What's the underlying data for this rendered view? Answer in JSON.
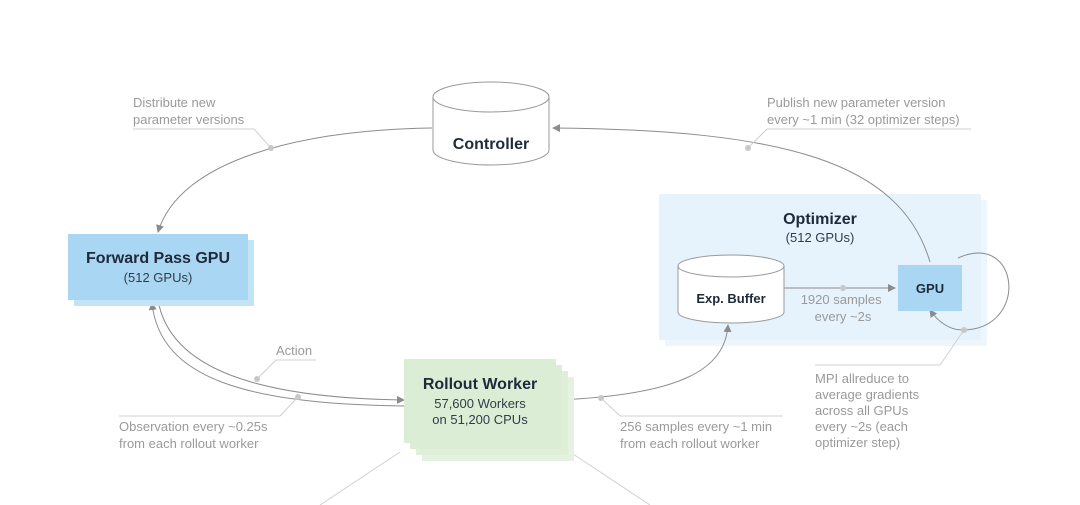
{
  "colors": {
    "forward_box": "#a9d6f2",
    "forward_shadow": "#c3e3f7",
    "optimizer_panel": "#e6f2fc",
    "optimizer_shadow": "#edf6fd",
    "gpu_box": "#a9d6f2",
    "rollout_box": "#dcedd6",
    "rollout_shadow": "#e6f2e1",
    "cylinder_stroke": "#9a9a9a",
    "edge": "#8c8c8c",
    "annotation_text": "#9a9a9a"
  },
  "nodes": {
    "controller": {
      "title": "Controller"
    },
    "forward_pass": {
      "title": "Forward Pass GPU",
      "subtitle": "(512 GPUs)"
    },
    "optimizer": {
      "title": "Optimizer",
      "subtitle": "(512 GPUs)"
    },
    "exp_buffer": {
      "title": "Exp. Buffer"
    },
    "gpu": {
      "title": "GPU"
    },
    "rollout": {
      "title": "Rollout Worker",
      "line1": "57,600 Workers",
      "line2": "on 51,200 CPUs"
    }
  },
  "annotations": {
    "distribute": [
      "Distribute new",
      "parameter versions"
    ],
    "publish": [
      "Publish new parameter version",
      "every ~1 min (32 optimizer steps)"
    ],
    "action": [
      "Action"
    ],
    "observation": [
      "Observation every ~0.25s",
      "from each rollout worker"
    ],
    "samples_256": [
      "256 samples every ~1 min",
      "from each rollout worker"
    ],
    "samples_1920": [
      "1920 samples",
      "every ~2s"
    ],
    "mpi": [
      "MPI allreduce to",
      "average gradients",
      "across all GPUs",
      "every ~2s (each",
      "optimizer step)"
    ]
  }
}
